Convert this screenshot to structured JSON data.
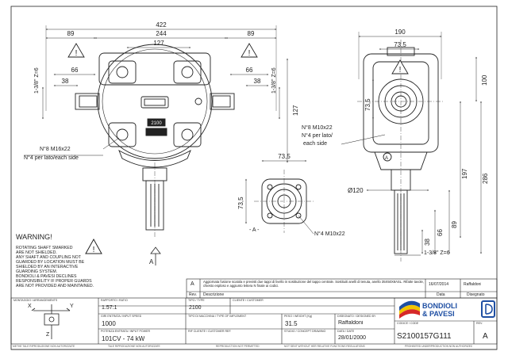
{
  "drawing": {
    "dims_front": {
      "overall_width": "422",
      "left_89": "89",
      "span_244": "244",
      "right_89": "89",
      "inner_127": "127",
      "left_66": "66",
      "right_66": "66",
      "left_38": "38",
      "right_38": "38",
      "left_thread": "1-3/8\" Z=6",
      "right_thread": "1-3/8\" Z=6",
      "height_127": "127"
    },
    "dims_side": {
      "width_190": "190",
      "width_73_5": "73,5",
      "height_73_5": "73,5",
      "height_100": "100",
      "height_197": "197",
      "height_286": "286",
      "height_89": "89",
      "height_66": "66",
      "height_38": "38",
      "shaft_thread": "1-3/8\" Z=6",
      "bore_120": "Ø120"
    },
    "dims_flange": {
      "width_73_5": "73,5",
      "height_73_5": "73,5",
      "section_label": "- A -",
      "holes_m10": "N°4 M10x22"
    },
    "side_note_lines": [
      "N°8 M10x22",
      "N°4 per lato/",
      "each side"
    ],
    "front_note_lines": [
      "N°8 M16x22",
      "N°4 per lato/each side"
    ],
    "plate_2100": "2100",
    "view_arrow_label": "A",
    "circle_label_a": "A",
    "warning": {
      "title": "WARNING!",
      "lines": [
        "ROTATING SHAFT SMARKED",
        "ARE NOT SHIELDED.",
        "ANY SHAFT AND COUPLING NOT",
        "GUARDED BY LOCATION MUST BE",
        "SHIELDED BY AN INTERACTIVE",
        "GUARDING SYSTEM.",
        "BONDIOLI & PAVESI DECLINES",
        "RESPONSIBILITY IF PROPER GUARDS",
        "ARE NOT PROVIDED AND MAINTAINED."
      ]
    }
  },
  "title_block": {
    "revision": {
      "rev": "A",
      "description": "Aggiornata fusione scatola e previsti due tappi di livello in sostituzione del tappo centrale. Sostituiti anelli di tenuta, anello 35X50X8ASL. Rifatte tavole, chiesto esploso e aggiunto lettera N finale ai codici.",
      "date": "16/07/2014",
      "drawn": "Raffaldoni"
    },
    "rev_header": {
      "rev": "Rev.",
      "description": "Descrizione",
      "date": "Data",
      "drawn": "Disegnato"
    },
    "mounting_label": "MONTAGGIO / ARRANGEMENTS",
    "mounting_x": "X",
    "mounting_y": "Y",
    "mounting_z": "Z",
    "ratio_label": "RAPPORTO / RATIO",
    "ratio": "1.57:1",
    "speed_label": "GIRI ENTRATA / INPUT SPEED",
    "speed": "1000",
    "power_label": "POTENZA ENTRATA / INPUT POWER",
    "power": "101CV - 74 kW",
    "type_label": "TIPO / TYPE",
    "type": "2100",
    "machine_label": "TIPO DI MACCHINA / TYPE OF IMPLEMENT",
    "customer_label": "CLIENTE / CUSTOMER",
    "customer_ref_label": "RIF CLIENTE / CUSTOMER REF.",
    "weight_label": "PESO / WEIGHT (Kg)",
    "weight": "31.5",
    "drawn_label": "DISEGNATO / DESIGNED BY",
    "drawn_by": "Raffaldoni",
    "study_label": "STUDIO / CONCEPT DRAWING",
    "date_label": "DATA / DATE",
    "date": "28/01/2000",
    "company": [
      "BONDIOLI",
      "& PAVESI"
    ],
    "code_label": "CODICE / CODE",
    "code": "S2100157G111",
    "rev_label": "REV.",
    "rev_value": "A",
    "footer": [
      "METHE TALE RIPRODUZIONE NON AUTORIZZATE",
      "TALE RIPRODUZIONE NON AUTORIZZATE",
      "REPRODUCTION NOT PERMITTED",
      "NOT SENT WITHOUT HER RELATIVE FUNCTIONS REGULATIONS",
      "PROHIBITED UNDERPRODUCTION NON AUTHORIZED"
    ]
  },
  "colors": {
    "line": "#222222",
    "dim": "#333333",
    "logo_blue": "#1f4fa3",
    "logo_yellow": "#f2c500",
    "logo_red": "#d62828"
  }
}
